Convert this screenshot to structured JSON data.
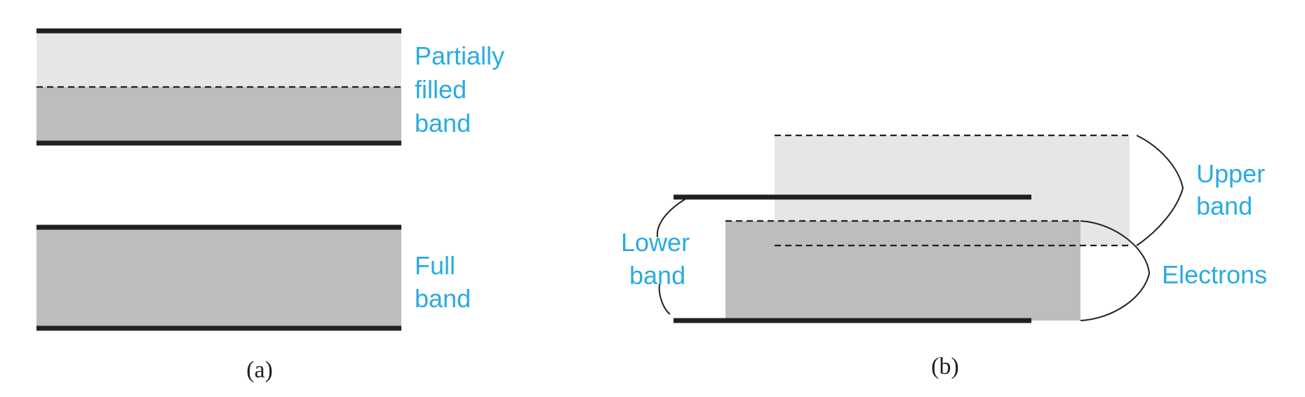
{
  "panels": {
    "a": {
      "caption": "(a)",
      "partial_band_label": [
        "Partially",
        "filled",
        "band"
      ],
      "full_band_label": [
        "Full",
        "band"
      ]
    },
    "b": {
      "caption": "(b)",
      "upper_band_label": [
        "Upper",
        "band"
      ],
      "lower_band_label": [
        "Lower",
        "band"
      ],
      "electrons_label": "Electrons"
    }
  },
  "colors": {
    "filled": "#bcbdbf",
    "empty": "#e6e6e6",
    "edge": "#231f20",
    "label": "#29abe2"
  }
}
